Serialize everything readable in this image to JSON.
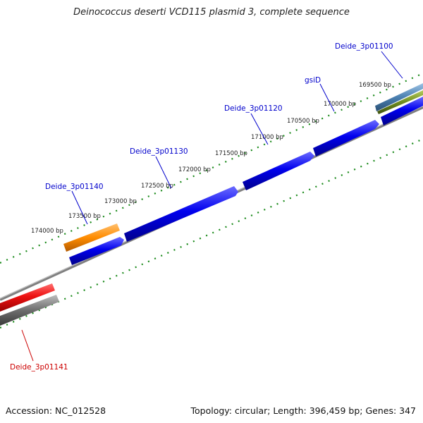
{
  "title": "Deinococcus deserti VCD115 plasmid 3, complete sequence",
  "footer": {
    "accession": "Accession: NC_012528",
    "summary": "Topology: circular; Length: 396,459 bp; Genes: 347"
  },
  "colors": {
    "forward_gene": "#0000ee",
    "reverse_gene_red": "#ee1111",
    "orange_gene": "#ff8c00",
    "steel_gene": "#4a7fb0",
    "olive_gene": "#6e8c1e",
    "backbone": "#808080",
    "ticks": "#1a8a1a",
    "label_blue": "#0000cc",
    "label_red": "#cc0000"
  },
  "tick_labels": [
    {
      "id": "t174000",
      "text": "174000 bp"
    },
    {
      "id": "t173500",
      "text": "173500 bp"
    },
    {
      "id": "t173000",
      "text": "173000 bp"
    },
    {
      "id": "t172500",
      "text": "172500 bp"
    },
    {
      "id": "t172000",
      "text": "172000 bp"
    },
    {
      "id": "t171500",
      "text": "171500 bp"
    },
    {
      "id": "t171000",
      "text": "171000 bp"
    },
    {
      "id": "t170500",
      "text": "170500 bp"
    },
    {
      "id": "t170000",
      "text": "170000 bp"
    },
    {
      "id": "t169500",
      "text": "169500 bp"
    }
  ],
  "gene_labels": [
    {
      "id": "g1100",
      "text": "Deide_3p01100",
      "color": "#0000cc"
    },
    {
      "id": "gsiD",
      "text": "gsiD",
      "color": "#0000cc"
    },
    {
      "id": "g1120",
      "text": "Deide_3p01120",
      "color": "#0000cc"
    },
    {
      "id": "g1130",
      "text": "Deide_3p01130",
      "color": "#0000cc"
    },
    {
      "id": "g1140",
      "text": "Deide_3p01140",
      "color": "#0000cc"
    },
    {
      "id": "g1141",
      "text": "Deide_3p01141",
      "color": "#cc0000"
    }
  ]
}
